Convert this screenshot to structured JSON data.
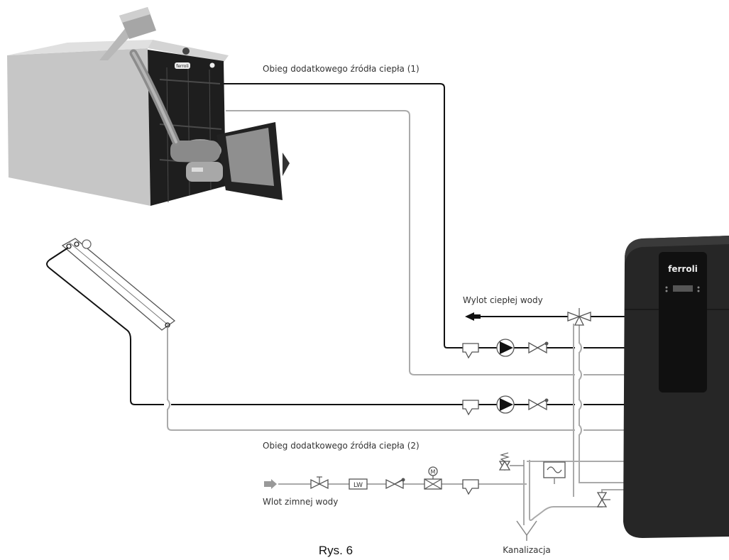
{
  "labels": {
    "circuit_1": "Obieg dodatkowego źródła ciepła (1)",
    "hot_water_outlet": "Wylot ciepłej wody",
    "circuit_2": "Obieg dodatkowego źródła ciepła (2)",
    "cold_water_inlet": "Wlot zimnej wody",
    "drain": "Kanalizacja",
    "figure": "Rys. 6"
  },
  "components": {
    "boiler_badge": "ferroli",
    "tank_brand": "ferroli",
    "flow_meter": "LW",
    "motor_valve": "M"
  },
  "colors": {
    "supply_line": "#111111",
    "return_line": "#aaaaaa",
    "tank_body": "#262626",
    "boiler_casing": "#bdbdbd"
  }
}
